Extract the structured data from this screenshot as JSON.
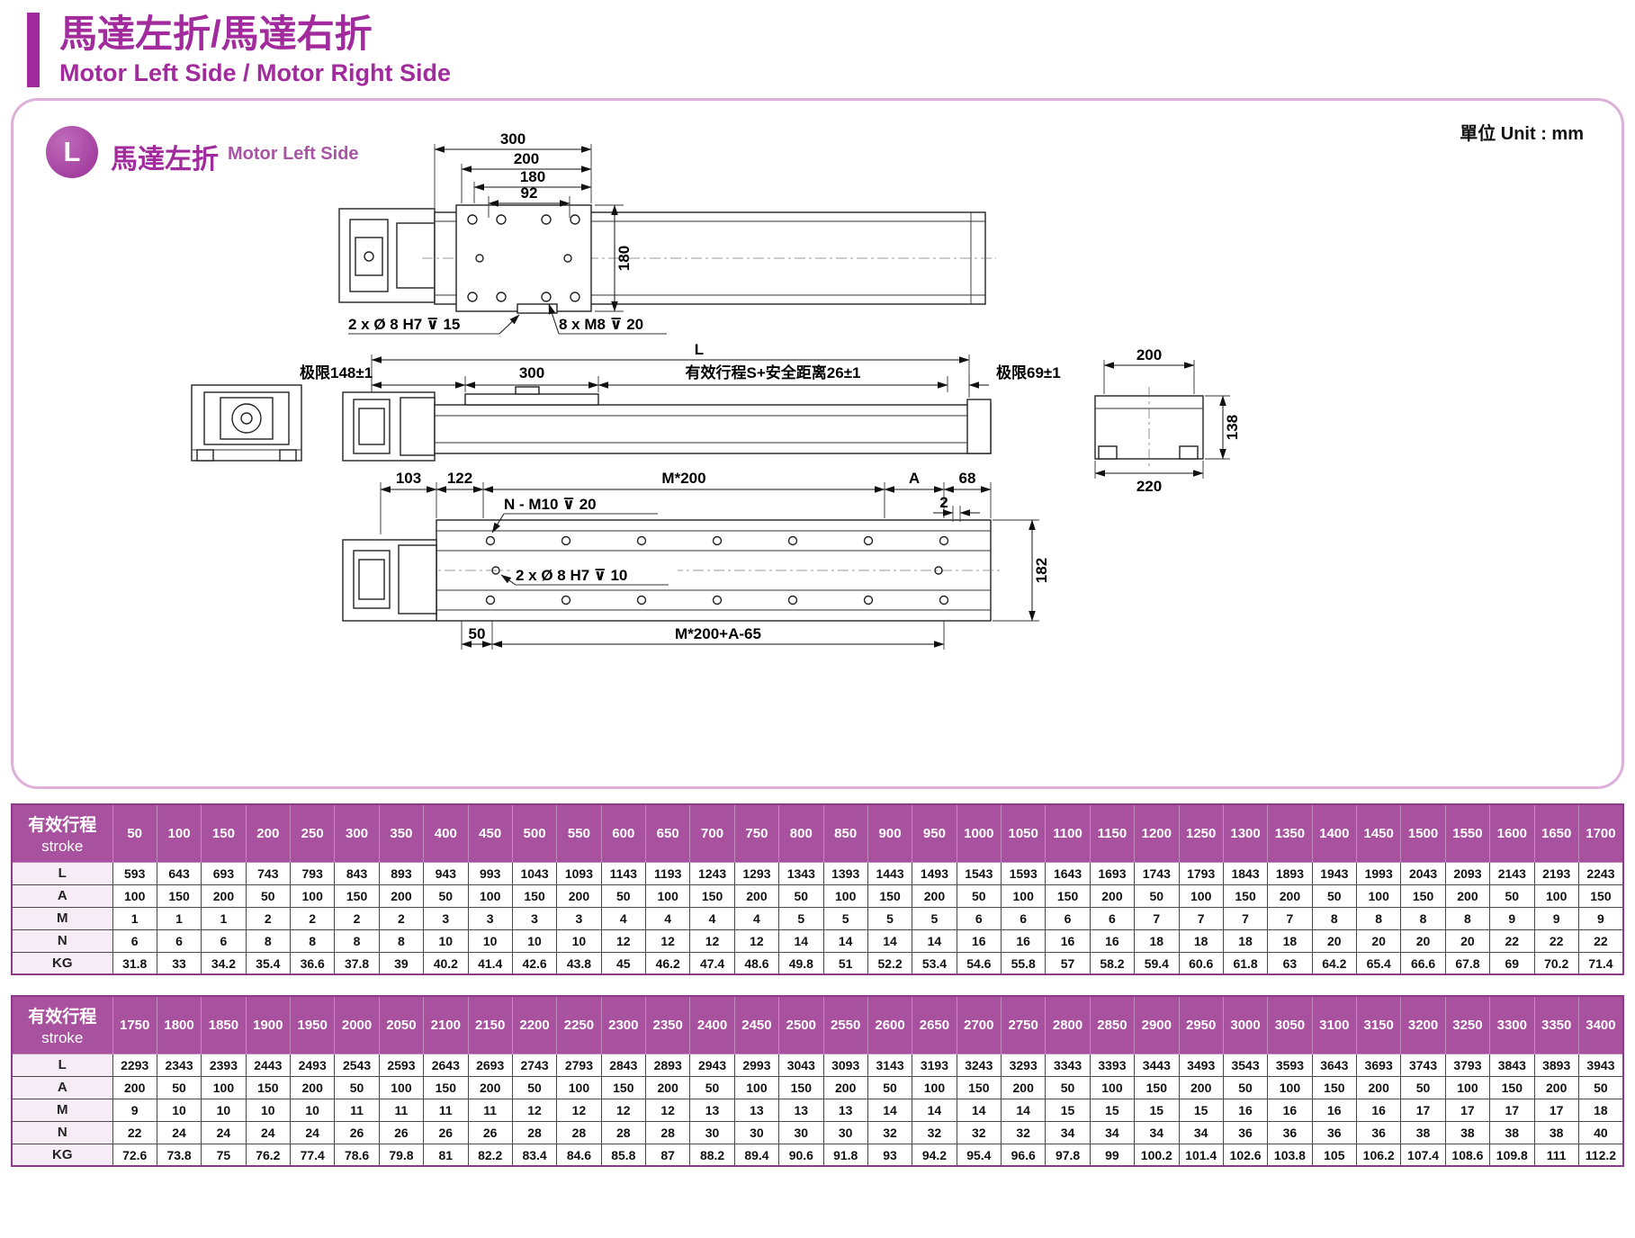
{
  "header": {
    "title_zh": "馬達左折/馬達右折",
    "title_en": "Motor Left Side / Motor Right Side"
  },
  "panel": {
    "badge": "L",
    "section_zh": "馬達左折",
    "section_en": "Motor Left Side",
    "unit": "單位 Unit : mm"
  },
  "colors": {
    "accent_purple": "#a12b9c",
    "table_header_purple": "#a8519f",
    "panel_border": "#ddb0d9",
    "drawing_line": "#222222"
  },
  "drawing": {
    "top_view": {
      "d300": "300",
      "d200": "200",
      "d180": "180",
      "d92": "92",
      "d180v": "180",
      "note_dowel": "2 x Ø 8 H7 ⊽ 15",
      "note_tap": "8 x M8 ⊽ 20"
    },
    "side_view": {
      "dL": "L",
      "limit_left": "极限148±1",
      "d300": "300",
      "stroke": "有效行程S+安全距离26±1",
      "limit_right": "极限69±1"
    },
    "cross_section": {
      "d200": "200",
      "d138": "138",
      "d220": "220"
    },
    "bottom_view": {
      "d103": "103",
      "d122": "122",
      "dM200": "M*200",
      "dA": "A",
      "d68": "68",
      "d2": "2",
      "note_tap": "N - M10 ⊽ 20",
      "note_dowel": "2 x Ø 8 H7 ⊽ 10",
      "d182": "182",
      "d50": "50",
      "dTotal": "M*200+A-65"
    }
  },
  "table1": {
    "header_zh": "有效行程",
    "header_en": "stroke",
    "strokes": [
      50,
      100,
      150,
      200,
      250,
      300,
      350,
      400,
      450,
      500,
      550,
      600,
      650,
      700,
      750,
      800,
      850,
      900,
      950,
      1000,
      1050,
      1100,
      1150,
      1200,
      1250,
      1300,
      1350,
      1400,
      1450,
      1500,
      1550,
      1600,
      1650,
      1700
    ],
    "rows": [
      {
        "label": "L",
        "values": [
          593,
          643,
          693,
          743,
          793,
          843,
          893,
          943,
          993,
          1043,
          1093,
          1143,
          1193,
          1243,
          1293,
          1343,
          1393,
          1443,
          1493,
          1543,
          1593,
          1643,
          1693,
          1743,
          1793,
          1843,
          1893,
          1943,
          1993,
          2043,
          2093,
          2143,
          2193,
          2243
        ]
      },
      {
        "label": "A",
        "values": [
          100,
          150,
          200,
          50,
          100,
          150,
          200,
          50,
          100,
          150,
          200,
          50,
          100,
          150,
          200,
          50,
          100,
          150,
          200,
          50,
          100,
          150,
          200,
          50,
          100,
          150,
          200,
          50,
          100,
          150,
          200,
          50,
          100,
          150
        ]
      },
      {
        "label": "M",
        "values": [
          1,
          1,
          1,
          2,
          2,
          2,
          2,
          3,
          3,
          3,
          3,
          4,
          4,
          4,
          4,
          5,
          5,
          5,
          5,
          6,
          6,
          6,
          6,
          7,
          7,
          7,
          7,
          8,
          8,
          8,
          8,
          9,
          9,
          9
        ]
      },
      {
        "label": "N",
        "values": [
          6,
          6,
          6,
          8,
          8,
          8,
          8,
          10,
          10,
          10,
          10,
          12,
          12,
          12,
          12,
          14,
          14,
          14,
          14,
          16,
          16,
          16,
          16,
          18,
          18,
          18,
          18,
          20,
          20,
          20,
          20,
          22,
          22,
          22
        ]
      },
      {
        "label": "KG",
        "values": [
          31.8,
          33,
          34.2,
          35.4,
          36.6,
          37.8,
          39,
          40.2,
          41.4,
          42.6,
          43.8,
          45,
          46.2,
          47.4,
          48.6,
          49.8,
          51,
          52.2,
          53.4,
          54.6,
          55.8,
          57,
          58.2,
          59.4,
          60.6,
          61.8,
          63,
          64.2,
          65.4,
          66.6,
          67.8,
          69,
          70.2,
          71.4
        ]
      }
    ]
  },
  "table2": {
    "header_zh": "有效行程",
    "header_en": "stroke",
    "strokes": [
      1750,
      1800,
      1850,
      1900,
      1950,
      2000,
      2050,
      2100,
      2150,
      2200,
      2250,
      2300,
      2350,
      2400,
      2450,
      2500,
      2550,
      2600,
      2650,
      2700,
      2750,
      2800,
      2850,
      2900,
      2950,
      3000,
      3050,
      3100,
      3150,
      3200,
      3250,
      3300,
      3350,
      3400
    ],
    "rows": [
      {
        "label": "L",
        "values": [
          2293,
          2343,
          2393,
          2443,
          2493,
          2543,
          2593,
          2643,
          2693,
          2743,
          2793,
          2843,
          2893,
          2943,
          2993,
          3043,
          3093,
          3143,
          3193,
          3243,
          3293,
          3343,
          3393,
          3443,
          3493,
          3543,
          3593,
          3643,
          3693,
          3743,
          3793,
          3843,
          3893,
          3943
        ]
      },
      {
        "label": "A",
        "values": [
          200,
          50,
          100,
          150,
          200,
          50,
          100,
          150,
          200,
          50,
          100,
          150,
          200,
          50,
          100,
          150,
          200,
          50,
          100,
          150,
          200,
          50,
          100,
          150,
          200,
          50,
          100,
          150,
          200,
          50,
          100,
          150,
          200,
          50
        ]
      },
      {
        "label": "M",
        "values": [
          9,
          10,
          10,
          10,
          10,
          11,
          11,
          11,
          11,
          12,
          12,
          12,
          12,
          13,
          13,
          13,
          13,
          14,
          14,
          14,
          14,
          15,
          15,
          15,
          15,
          16,
          16,
          16,
          16,
          17,
          17,
          17,
          17,
          18
        ]
      },
      {
        "label": "N",
        "values": [
          22,
          24,
          24,
          24,
          24,
          26,
          26,
          26,
          26,
          28,
          28,
          28,
          28,
          30,
          30,
          30,
          30,
          32,
          32,
          32,
          32,
          34,
          34,
          34,
          34,
          36,
          36,
          36,
          36,
          38,
          38,
          38,
          38,
          40
        ]
      },
      {
        "label": "KG",
        "values": [
          72.6,
          73.8,
          75,
          76.2,
          77.4,
          78.6,
          79.8,
          81,
          82.2,
          83.4,
          84.6,
          85.8,
          87,
          88.2,
          89.4,
          90.6,
          91.8,
          93,
          94.2,
          95.4,
          96.6,
          97.8,
          99,
          100.2,
          101.4,
          102.6,
          103.8,
          105,
          106.2,
          107.4,
          108.6,
          109.8,
          111,
          112.2
        ]
      }
    ]
  }
}
